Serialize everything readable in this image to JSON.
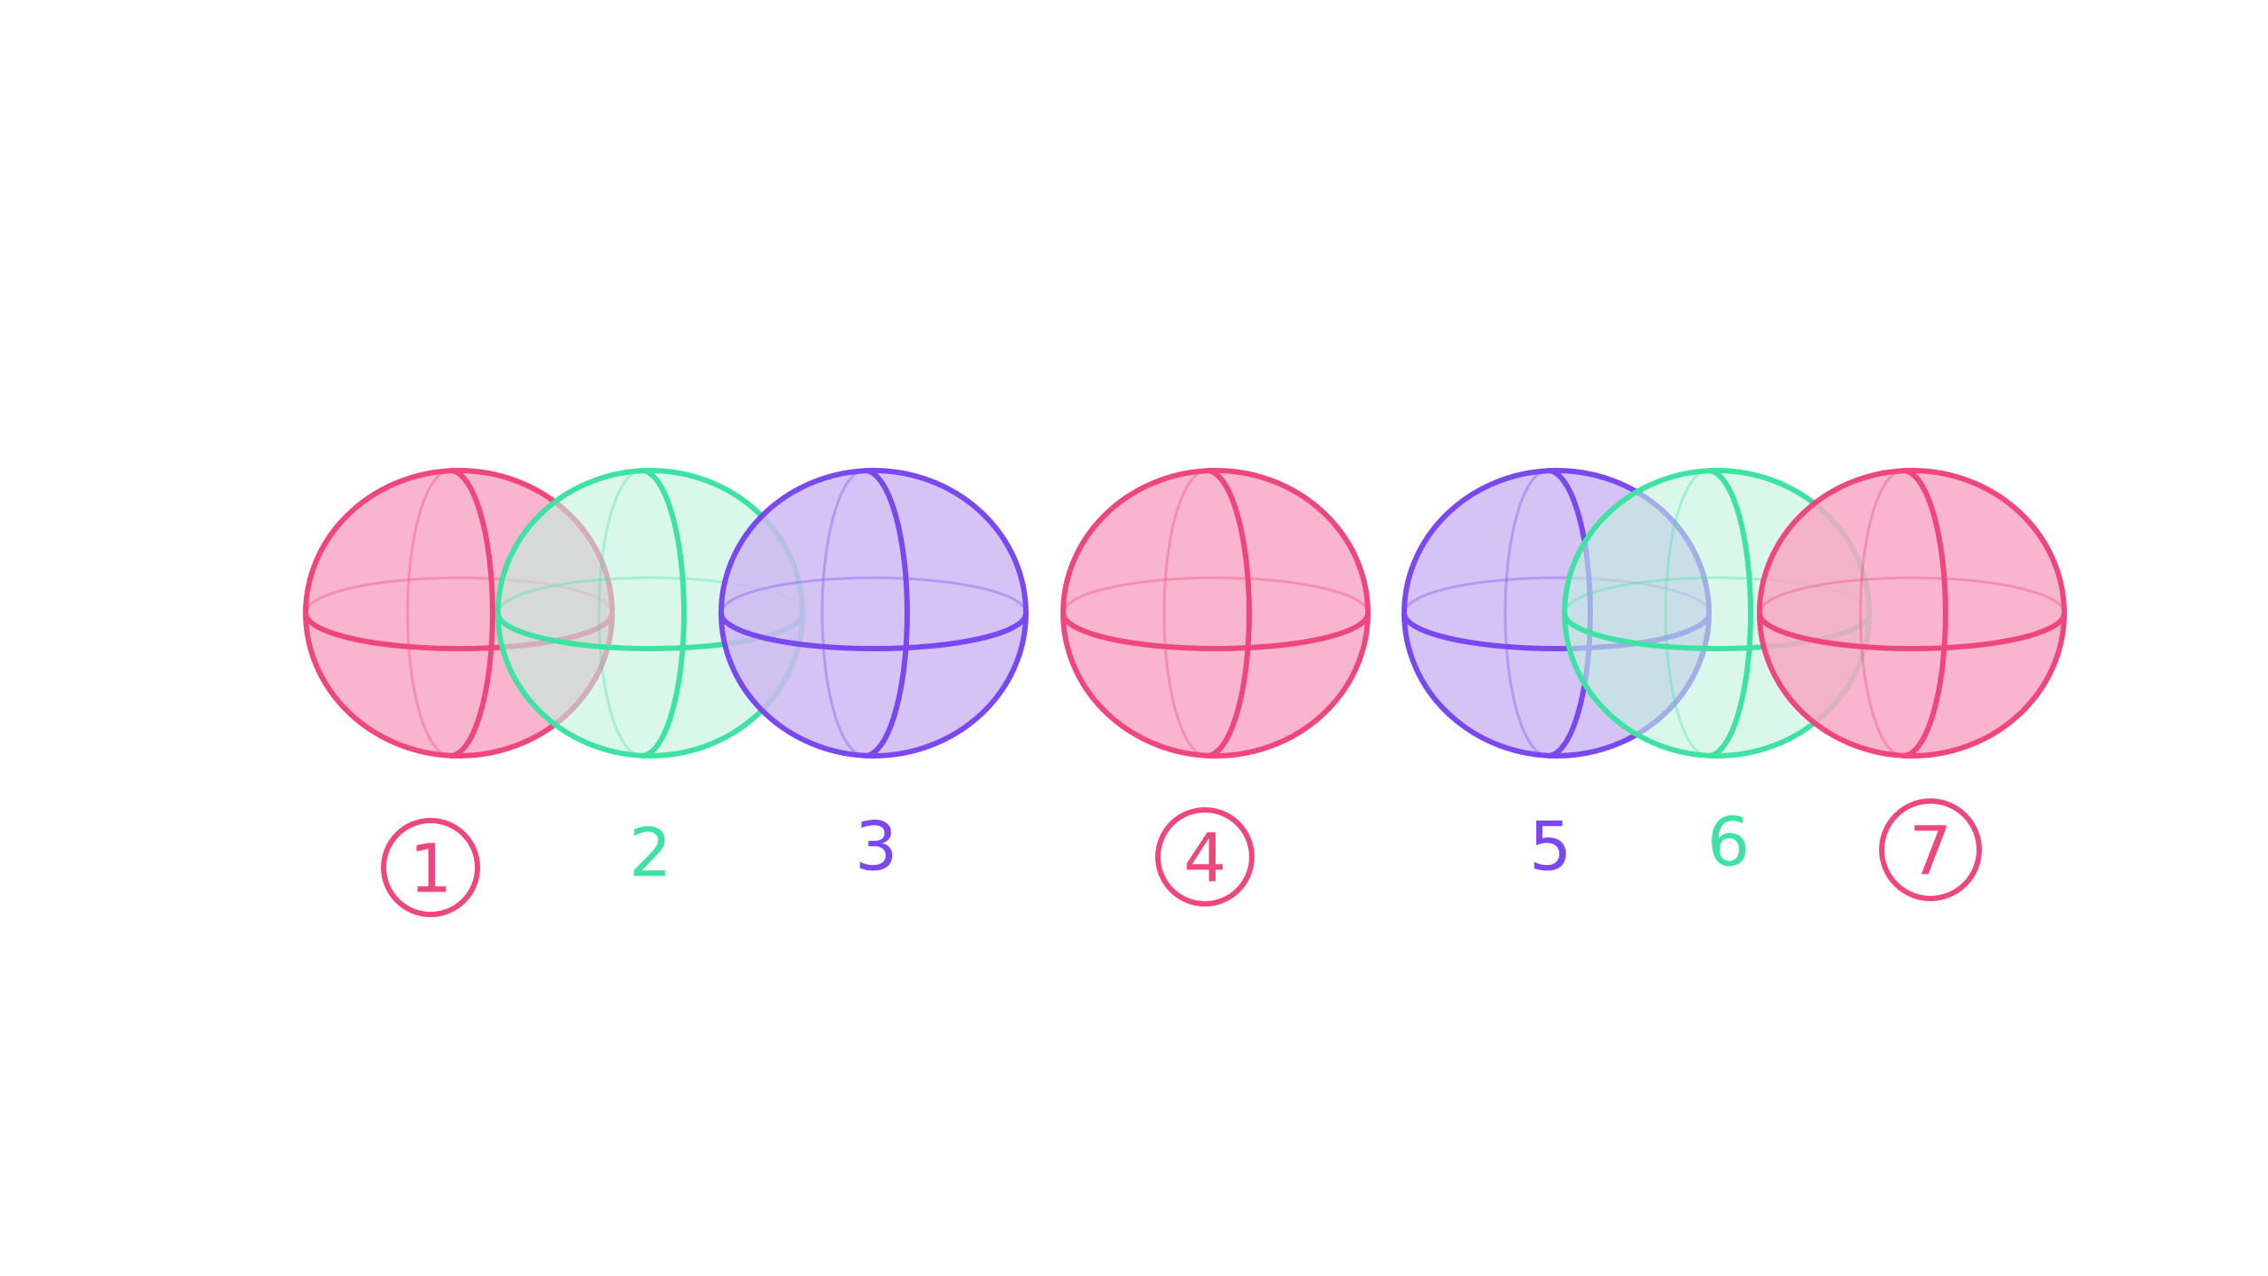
{
  "colors": {
    "pink": "#f0467e",
    "pink_fill": "#f7a8c4",
    "green": "#3ee3a4",
    "green_fill": "#bff2de",
    "purple": "#7a48f0",
    "purple_fill": "#ccb9f2",
    "background": "#ffffff"
  },
  "spheres": [
    {
      "label": "1",
      "color": "pink",
      "circled": true
    },
    {
      "label": "2",
      "color": "green",
      "circled": false
    },
    {
      "label": "3",
      "color": "purple",
      "circled": false
    },
    {
      "label": "4",
      "color": "pink",
      "circled": true
    },
    {
      "label": "5",
      "color": "purple",
      "circled": false
    },
    {
      "label": "6",
      "color": "green",
      "circled": false
    },
    {
      "label": "7",
      "color": "pink",
      "circled": true
    }
  ]
}
